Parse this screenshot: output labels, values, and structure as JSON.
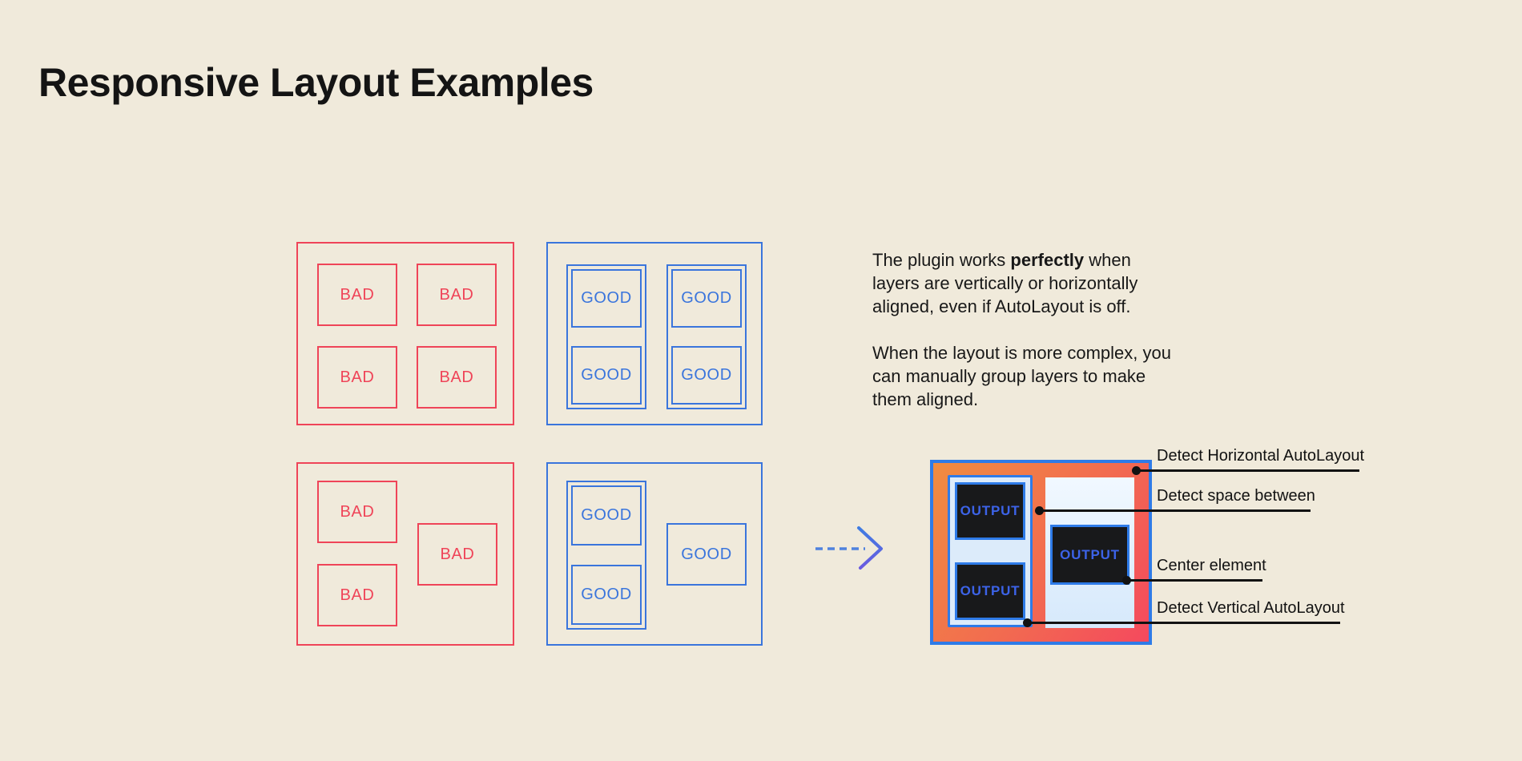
{
  "title": "Responsive Layout Examples",
  "palette": {
    "background": "#F0EADB",
    "bad_red": "#EF4458",
    "good_blue": "#3A75DC",
    "diagram_border_blue": "#2E7BE8",
    "diagram_gradient_start": "#F08C40",
    "diagram_gradient_end": "#F4495E",
    "panel_light_blue": "#DCEBFA",
    "output_box_dark": "#18191B",
    "output_text_blue": "#3C63E8",
    "annotation_black": "#121212"
  },
  "examples": {
    "bad_aligned": {
      "boxes": [
        "BAD",
        "BAD",
        "BAD",
        "BAD"
      ]
    },
    "good_aligned": {
      "columns": [
        [
          "GOOD",
          "GOOD"
        ],
        [
          "GOOD",
          "GOOD"
        ]
      ]
    },
    "bad_complex": {
      "boxes": [
        "BAD",
        "BAD",
        "BAD"
      ]
    },
    "good_complex": {
      "grouped": [
        "GOOD",
        "GOOD"
      ],
      "single": "GOOD"
    }
  },
  "description": {
    "p1_line1_before": "The plugin works ",
    "p1_line1_bold": "perfectly",
    "p1_line1_after": " when",
    "p1_line2": "layers are vertically or horizontally",
    "p1_line3": "aligned, even if AutoLayout is off.",
    "p2_line1": "When the layout is more complex, you",
    "p2_line2": "can manually group layers to make",
    "p2_line3": "them aligned."
  },
  "output_diagram": {
    "left_group_boxes": [
      "OUTPUT",
      "OUTPUT"
    ],
    "center_box": "OUTPUT",
    "annotations": [
      {
        "label": "Detect Horizontal AutoLayout"
      },
      {
        "label": "Detect space between"
      },
      {
        "label": "Center element"
      },
      {
        "label": "Detect Vertical AutoLayout"
      }
    ]
  }
}
